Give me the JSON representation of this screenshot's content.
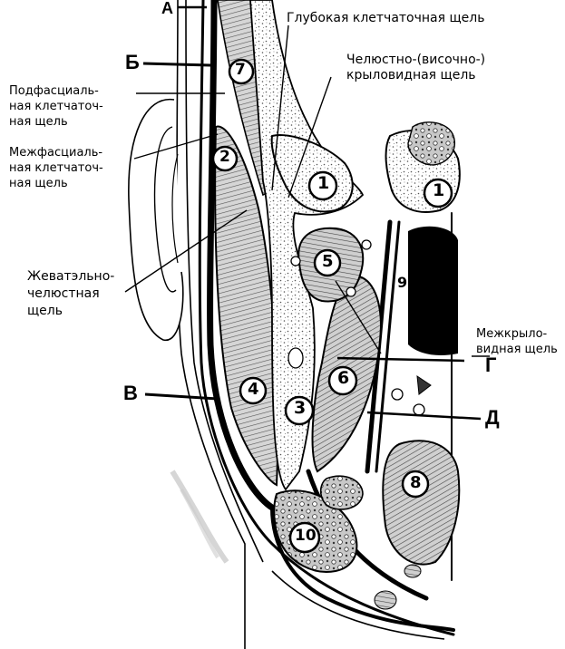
{
  "labels": {
    "deep_space": "Глубокая клетчаточная щель",
    "maxillo_pterygoid_1": "Челюстно-(височно-)",
    "maxillo_pterygoid_2": "крыловидная  щель",
    "subfascial_1": "Подфасциаль-",
    "subfascial_2": "ная клетчаточ-",
    "subfascial_3": "ная щель",
    "interfascial_1": "Межфасциаль-",
    "interfascial_2": "ная клетчаточ-",
    "interfascial_3": "ная щель",
    "masseteric_1": "Жеватэльно-",
    "masseteric_2": "челюстная",
    "masseteric_3": "щель",
    "interpterygoid_1": "Межкрыло-",
    "interpterygoid_2": "видная щель"
  },
  "letters": {
    "A": "А",
    "B": "Б",
    "V": "В",
    "G": "Г",
    "D": "Д"
  },
  "numbers": [
    "1",
    "1",
    "2",
    "3",
    "4",
    "5",
    "6",
    "7",
    "8",
    "9",
    "10"
  ]
}
